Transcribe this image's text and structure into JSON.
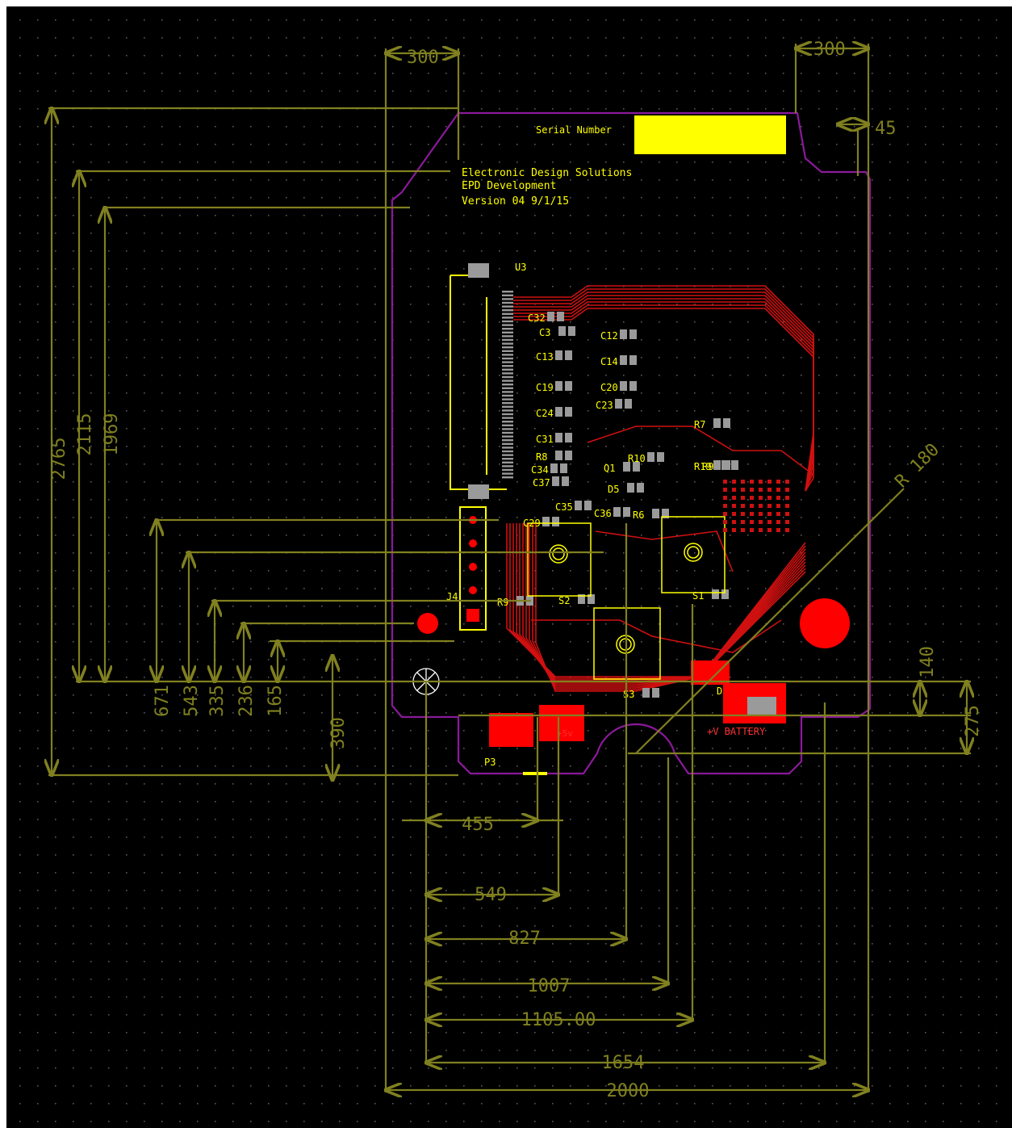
{
  "colors": {
    "background": "#000000",
    "grid_dot": "#5a5a5a",
    "dimension": "#808020",
    "board_outline": "#8a1a9a",
    "silkscreen": "#ffff00",
    "trace": "#d01010",
    "pad": "#9a9a9a",
    "copper_fill": "#ff0000"
  },
  "silkscreen": {
    "serial_label": "Serial Number",
    "company": "Electronic Design Solutions",
    "project": "EPD Development",
    "version": "Version 04  9/1/15",
    "battery_label": "+V BATTERY",
    "plus5v_label": "+5v",
    "p3_label": "P3",
    "u3_label": "U3",
    "j4_label": "J4"
  },
  "components": [
    {
      "ref": "C32"
    },
    {
      "ref": "C3"
    },
    {
      "ref": "C12"
    },
    {
      "ref": "C13"
    },
    {
      "ref": "C14"
    },
    {
      "ref": "C19"
    },
    {
      "ref": "C20"
    },
    {
      "ref": "C23"
    },
    {
      "ref": "C24"
    },
    {
      "ref": "C31"
    },
    {
      "ref": "R8"
    },
    {
      "ref": "C34"
    },
    {
      "ref": "C37"
    },
    {
      "ref": "Q1"
    },
    {
      "ref": "R10"
    },
    {
      "ref": "D5"
    },
    {
      "ref": "C35"
    },
    {
      "ref": "C36"
    },
    {
      "ref": "R7"
    },
    {
      "ref": "R19"
    },
    {
      "ref": "R9"
    },
    {
      "ref": "R6"
    },
    {
      "ref": "C29"
    },
    {
      "ref": "R9"
    },
    {
      "ref": "S2"
    },
    {
      "ref": "S1"
    },
    {
      "ref": "S3"
    },
    {
      "ref": "D9"
    }
  ],
  "dimensions": {
    "top_left": "300",
    "top_right": "300",
    "corner": "45",
    "radius": "R 180",
    "vertical": [
      "2765",
      "2115",
      "1969",
      "671",
      "543",
      "335",
      "236",
      "165",
      "390"
    ],
    "right": [
      "140",
      "275"
    ],
    "horizontal": [
      "455",
      "549",
      "827",
      "1007",
      "1105.00",
      "1654",
      "2000"
    ]
  }
}
